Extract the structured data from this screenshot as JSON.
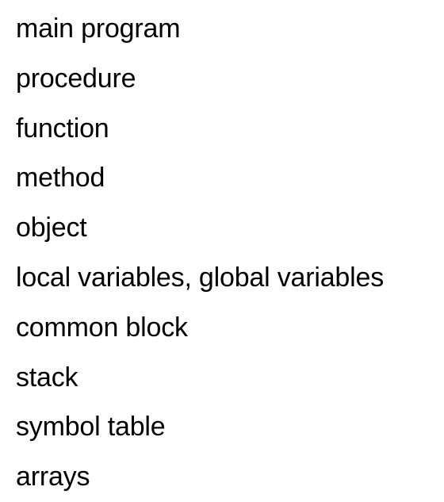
{
  "terms": [
    "main program",
    "procedure",
    "function",
    "method",
    "object",
    "local variables, global variables",
    "common block",
    "stack",
    "symbol table",
    "arrays"
  ]
}
